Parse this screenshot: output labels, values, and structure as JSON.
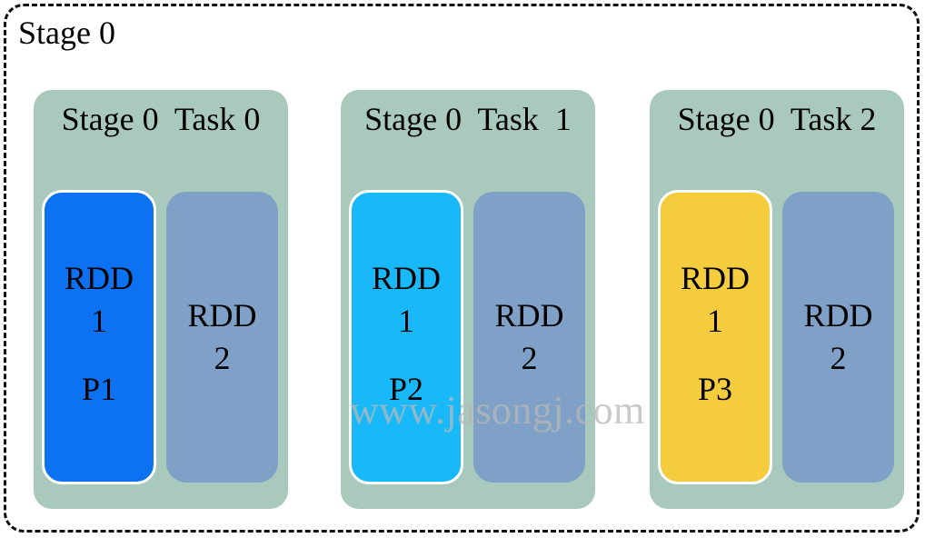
{
  "stage": {
    "label": "Stage 0"
  },
  "tasks": [
    {
      "title": "Stage 0  Task 0",
      "rdd1": {
        "name": "RDD",
        "number": "1",
        "partition": "P1",
        "color": "#0c72f2"
      },
      "rdd2": {
        "name": "RDD",
        "number": "2",
        "color": "#7fa0c7"
      }
    },
    {
      "title": "Stage 0  Task  1",
      "rdd1": {
        "name": "RDD",
        "number": "1",
        "partition": "P2",
        "color": "#19b9f9"
      },
      "rdd2": {
        "name": "RDD",
        "number": "2",
        "color": "#7fa0c7"
      }
    },
    {
      "title": "Stage 0  Task 2",
      "rdd1": {
        "name": "RDD",
        "number": "1",
        "partition": "P3",
        "color": "#f6cc3f"
      },
      "rdd2": {
        "name": "RDD",
        "number": "2",
        "color": "#7fa0c7"
      }
    }
  ],
  "colors": {
    "task_background": "#a9c9bc",
    "rdd2_fill": "#7fa0c7",
    "stage_border": "#111111"
  },
  "watermark": {
    "text": "www.jasongj.com"
  }
}
